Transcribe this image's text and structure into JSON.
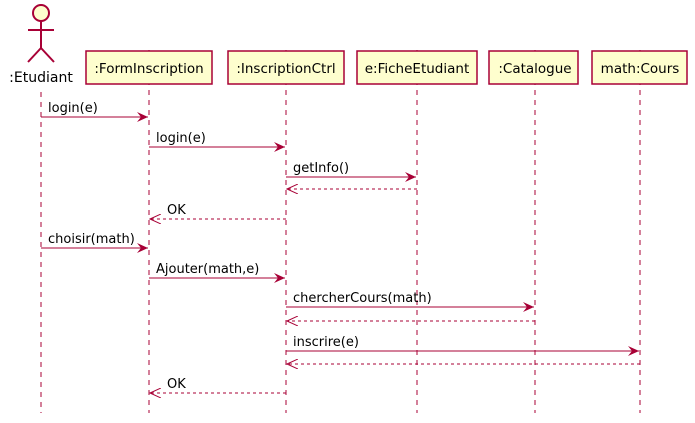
{
  "colors": {
    "participant_fill": "#FEFECE",
    "participant_border": "#A80036",
    "lifeline": "#A80036",
    "arrow": "#A80036",
    "text": "#000000"
  },
  "actor": {
    "name": ":Etudiant",
    "icon": "stick-figure-actor-icon"
  },
  "participants": [
    {
      "id": "form",
      "label": ":FormInscription"
    },
    {
      "id": "ctrl",
      "label": ":InscriptionCtrl"
    },
    {
      "id": "fiche",
      "label": "e:FicheEtudiant"
    },
    {
      "id": "catalogue",
      "label": ":Catalogue"
    },
    {
      "id": "cours",
      "label": "math:Cours"
    }
  ],
  "messages": [
    {
      "from": "actor",
      "to": "form",
      "label": "login(e)",
      "type": "call"
    },
    {
      "from": "form",
      "to": "ctrl",
      "label": "login(e)",
      "type": "call"
    },
    {
      "from": "ctrl",
      "to": "fiche",
      "label": "getInfo()",
      "type": "call"
    },
    {
      "from": "fiche",
      "to": "ctrl",
      "label": "",
      "type": "return"
    },
    {
      "from": "ctrl",
      "to": "form",
      "label": "OK",
      "type": "return"
    },
    {
      "from": "actor",
      "to": "form",
      "label": "choisir(math)",
      "type": "call"
    },
    {
      "from": "form",
      "to": "ctrl",
      "label": "Ajouter(math,e)",
      "type": "call"
    },
    {
      "from": "ctrl",
      "to": "catalogue",
      "label": "chercherCours(math)",
      "type": "call"
    },
    {
      "from": "catalogue",
      "to": "ctrl",
      "label": "",
      "type": "return"
    },
    {
      "from": "ctrl",
      "to": "cours",
      "label": "inscrire(e)",
      "type": "call"
    },
    {
      "from": "cours",
      "to": "ctrl",
      "label": "",
      "type": "return"
    },
    {
      "from": "ctrl",
      "to": "form",
      "label": "OK",
      "type": "return"
    }
  ]
}
